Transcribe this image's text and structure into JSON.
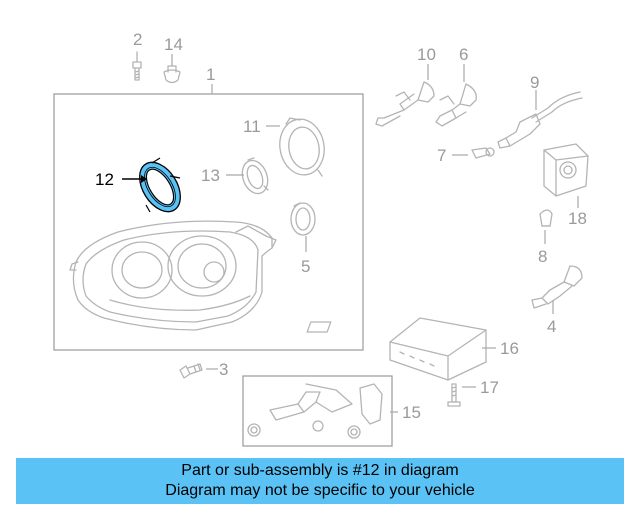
{
  "diagram": {
    "highlight_color": "#5bc2f5",
    "labels": {
      "p1": "1",
      "p2": "2",
      "p3": "3",
      "p4": "4",
      "p5": "5",
      "p6": "6",
      "p7": "7",
      "p8": "8",
      "p9": "9",
      "p10": "10",
      "p11": "11",
      "p12": "12",
      "p13": "13",
      "p14": "14",
      "p15": "15",
      "p16": "16",
      "p17": "17",
      "p18": "18"
    }
  },
  "banner": {
    "line1": "Part or sub-assembly is #12 in diagram",
    "line2": "Diagram may not be specific to your vehicle"
  }
}
